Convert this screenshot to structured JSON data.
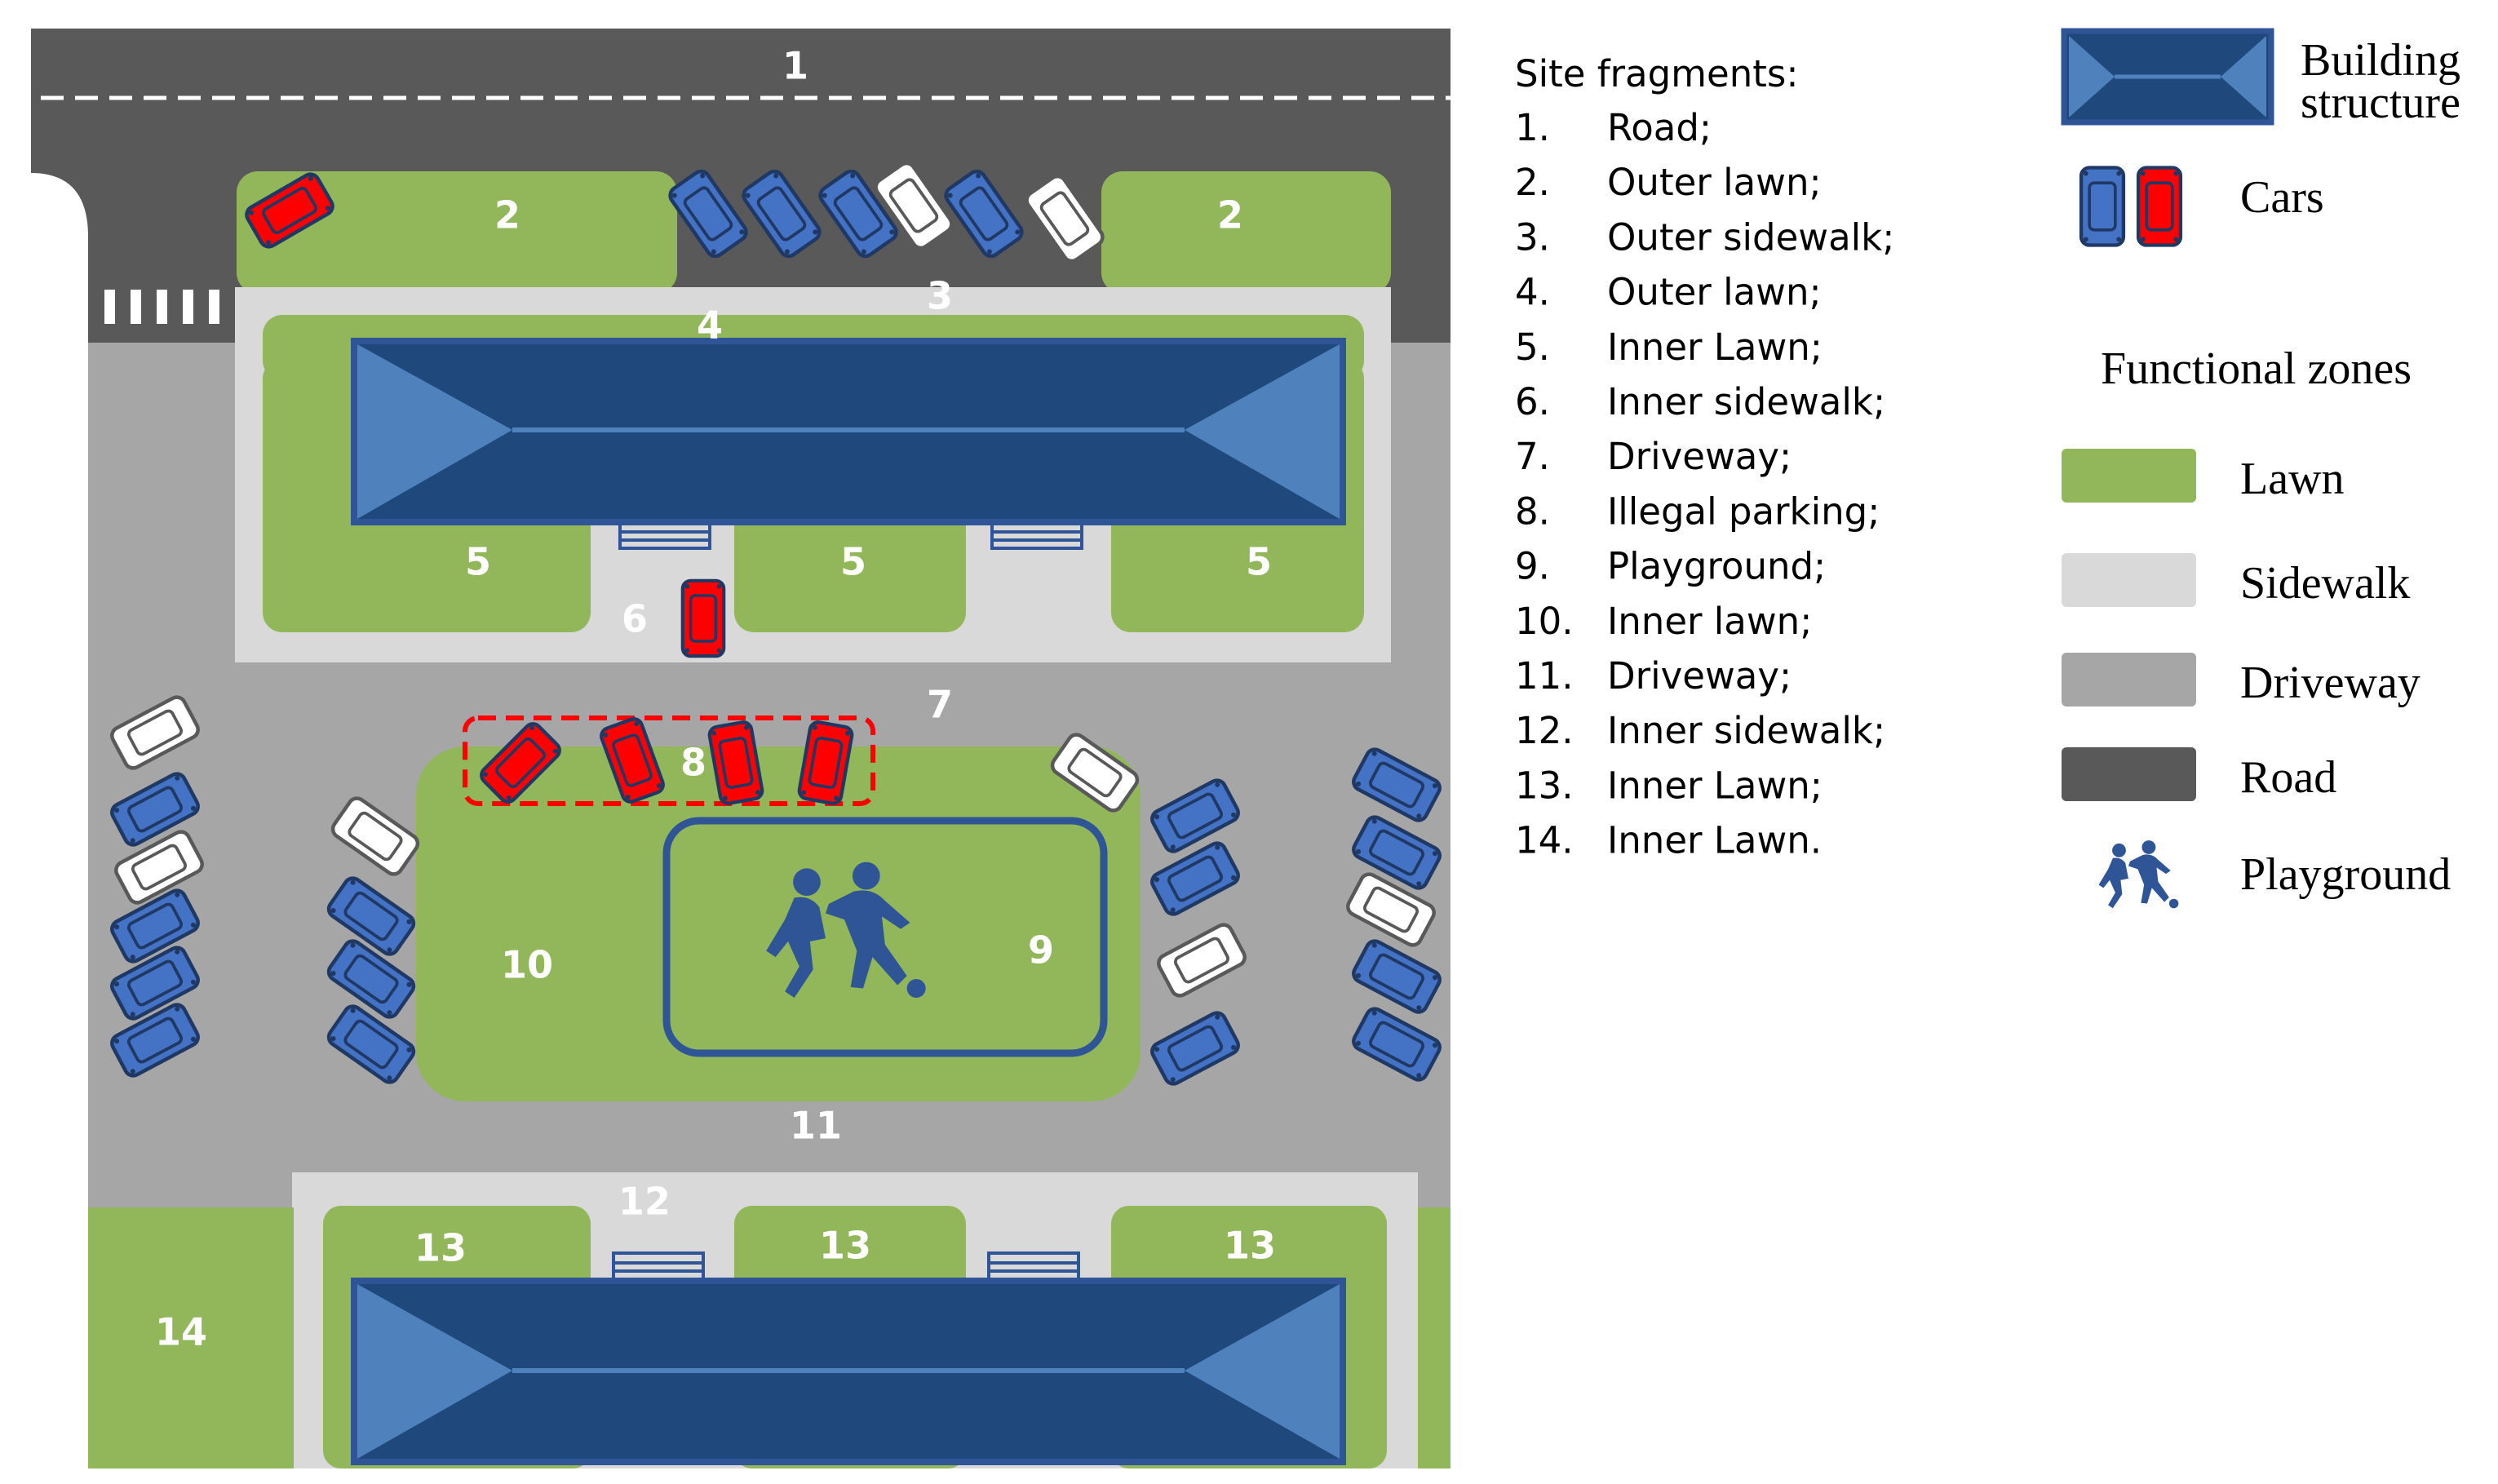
{
  "colors": {
    "lawn": "#92b75a",
    "sidewalk": "#d9d9d9",
    "driveway": "#a6a6a6",
    "road": "#595959",
    "building_dark": "#1f497d",
    "building_light": "#4f81bd",
    "building_border": "#2f5597",
    "car_blue": "#4472c4",
    "car_red": "#ff0000",
    "car_white": "#ffffff",
    "illegal_box": "#ff0000"
  },
  "zones": {
    "z1": "1",
    "z2a": "2",
    "z2b": "2",
    "z3": "3",
    "z4": "4",
    "z5a": "5",
    "z5b": "5",
    "z5c": "5",
    "z6": "6",
    "z7": "7",
    "z8": "8",
    "z9": "9",
    "z10": "10",
    "z11": "11",
    "z12": "12",
    "z13a": "13",
    "z13b": "13",
    "z13c": "13",
    "z14": "14"
  },
  "site_fragments": {
    "title": "Site fragments:",
    "items": [
      {
        "num": "1.",
        "text": "Road;"
      },
      {
        "num": "2.",
        "text": "Outer lawn;"
      },
      {
        "num": "3.",
        "text": "Outer sidewalk;"
      },
      {
        "num": "4.",
        "text": "Outer lawn;"
      },
      {
        "num": "5.",
        "text": "Inner Lawn;"
      },
      {
        "num": "6.",
        "text": "Inner sidewalk;"
      },
      {
        "num": "7.",
        "text": "Driveway;"
      },
      {
        "num": "8.",
        "text": "Illegal parking;"
      },
      {
        "num": "9.",
        "text": "Playground;"
      },
      {
        "num": "10.",
        "text": "Inner lawn;"
      },
      {
        "num": "11.",
        "text": "Driveway;"
      },
      {
        "num": "12.",
        "text": "Inner sidewalk;"
      },
      {
        "num": "13.",
        "text": "Inner Lawn;"
      },
      {
        "num": "14.",
        "text": "Inner Lawn."
      }
    ]
  },
  "legend": {
    "building_line1": "Building",
    "building_line2": "structure",
    "cars": "Cars",
    "functional_zones": "Functional zones",
    "lawn": "Lawn",
    "sidewalk": "Sidewalk",
    "driveway": "Driveway",
    "road": "Road",
    "playground": "Playground"
  },
  "icons": {
    "building": "building-icon",
    "car": "car-icon",
    "playground": "soccer-players-icon"
  }
}
